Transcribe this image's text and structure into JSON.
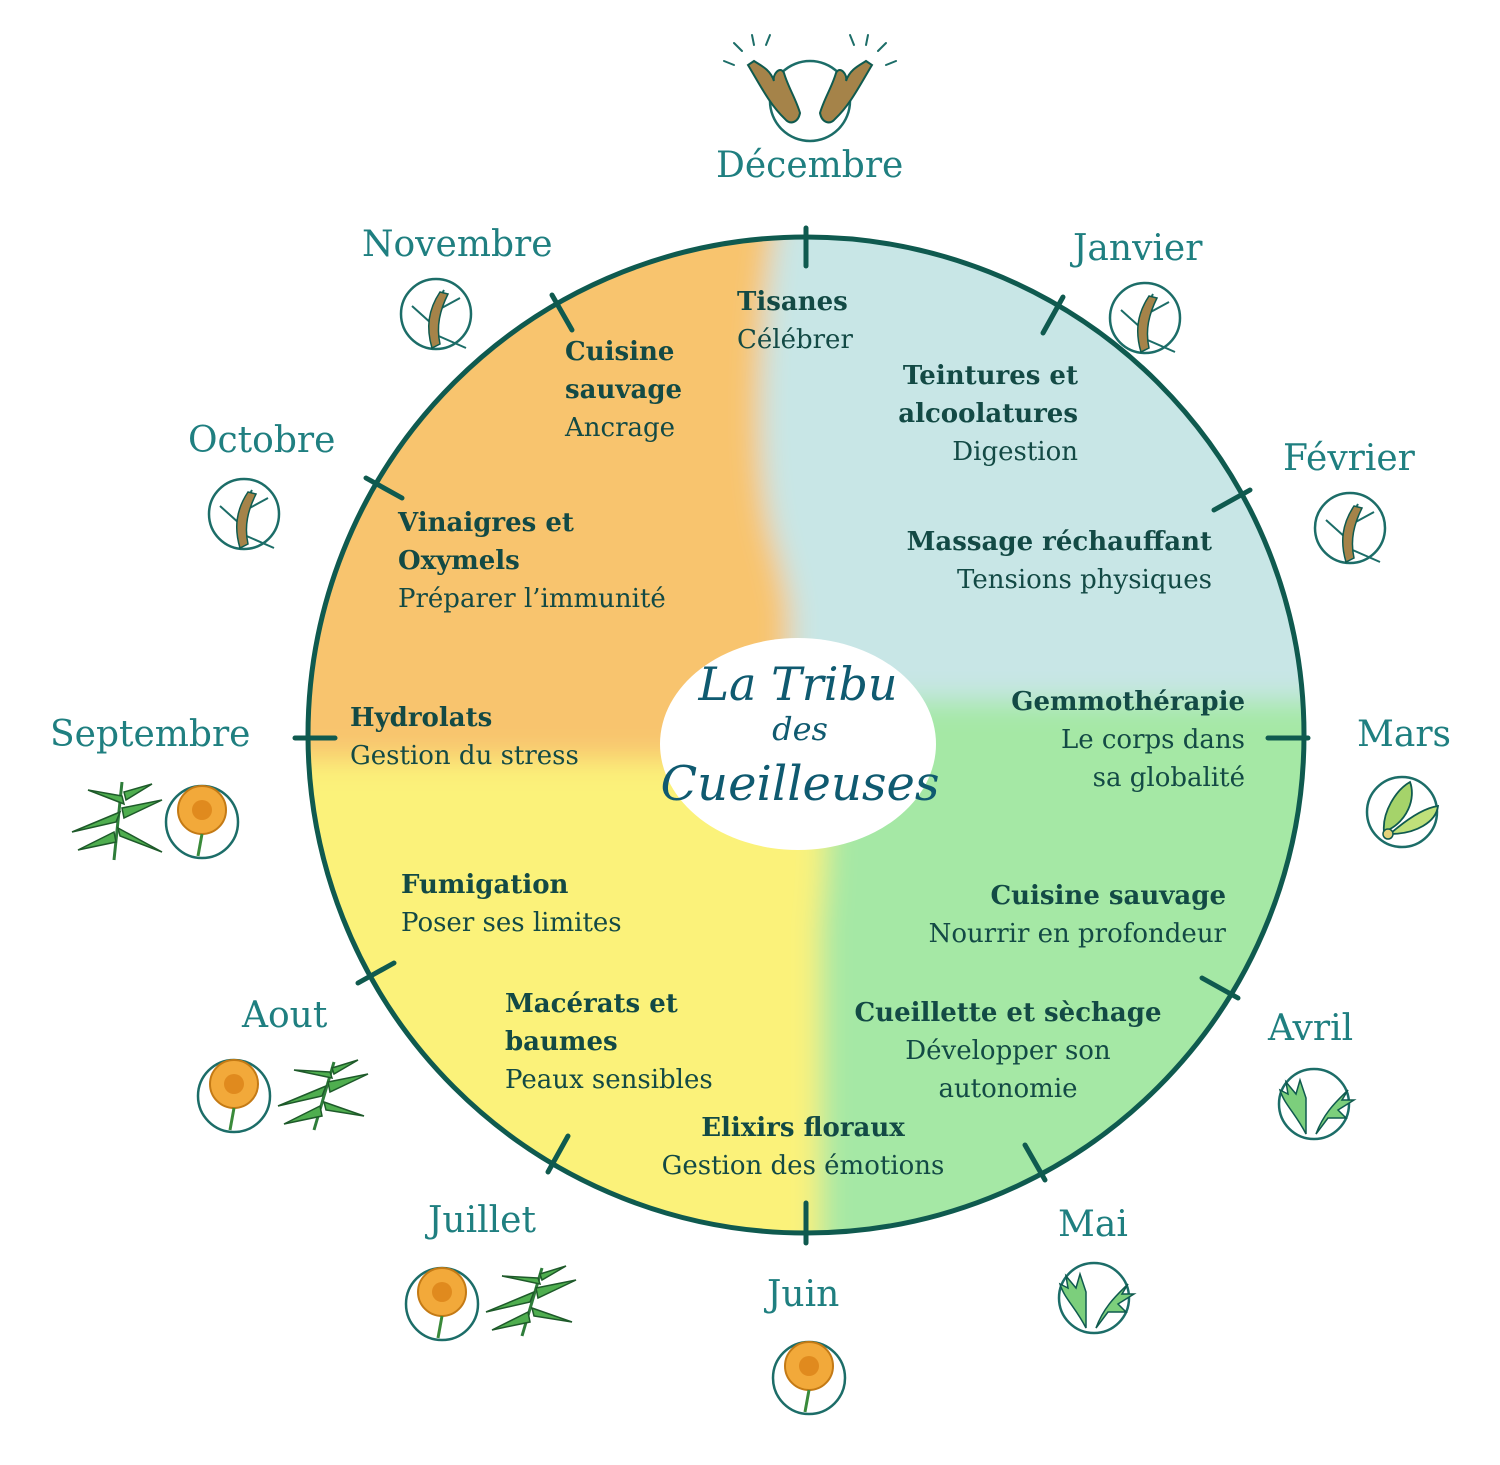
{
  "logo": {
    "line1": "La Tribu",
    "line2": "des",
    "line3": "Cueilleuses"
  },
  "months": {
    "decembre": "Décembre",
    "janvier": "Janvier",
    "fevrier": "Février",
    "mars": "Mars",
    "avril": "Avril",
    "mai": "Mai",
    "juin": "Juin",
    "juillet": "Juillet",
    "aout": "Aout",
    "septembre": "Septembre",
    "octobre": "Octobre",
    "novembre": "Novembre"
  },
  "activities": {
    "tisanes": {
      "title": "Tisanes",
      "subtitle": "Célébrer"
    },
    "teintures": {
      "title1": "Teintures et",
      "title2": "alcoolatures",
      "subtitle": "Digestion"
    },
    "massage": {
      "title": "Massage réchauffant",
      "subtitle": "Tensions physiques"
    },
    "gemmo": {
      "title": "Gemmothérapie",
      "subtitle1": "Le corps dans",
      "subtitle2": "sa globalité"
    },
    "cuisine_printemps": {
      "title": "Cuisine sauvage",
      "subtitle": "Nourrir en profondeur"
    },
    "cueillette": {
      "title": "Cueillette et sèchage",
      "subtitle1": "Développer son",
      "subtitle2": "autonomie"
    },
    "elixirs": {
      "title": "Elixirs floraux",
      "subtitle": "Gestion des émotions"
    },
    "macerats": {
      "title1": "Macérats et",
      "title2": "baumes",
      "subtitle": "Peaux sensibles"
    },
    "fumigation": {
      "title": "Fumigation",
      "subtitle": "Poser ses limites"
    },
    "hydrolats": {
      "title": "Hydrolats",
      "subtitle": "Gestion du stress"
    },
    "vinaigres": {
      "title1": "Vinaigres et",
      "title2": "Oxymels",
      "subtitle": "Préparer l’immunité"
    },
    "cuisine_automne": {
      "title1": "Cuisine",
      "title2": "sauvage",
      "subtitle": "Ancrage"
    }
  },
  "colors": {
    "winter": "#c8e6e6",
    "spring": "#a5e8a5",
    "summer": "#fbf27a",
    "autumn": "#f8c46e",
    "ring": "#0f5a4f",
    "month_text": "#1f7f80",
    "activity_text": "#134a45"
  }
}
